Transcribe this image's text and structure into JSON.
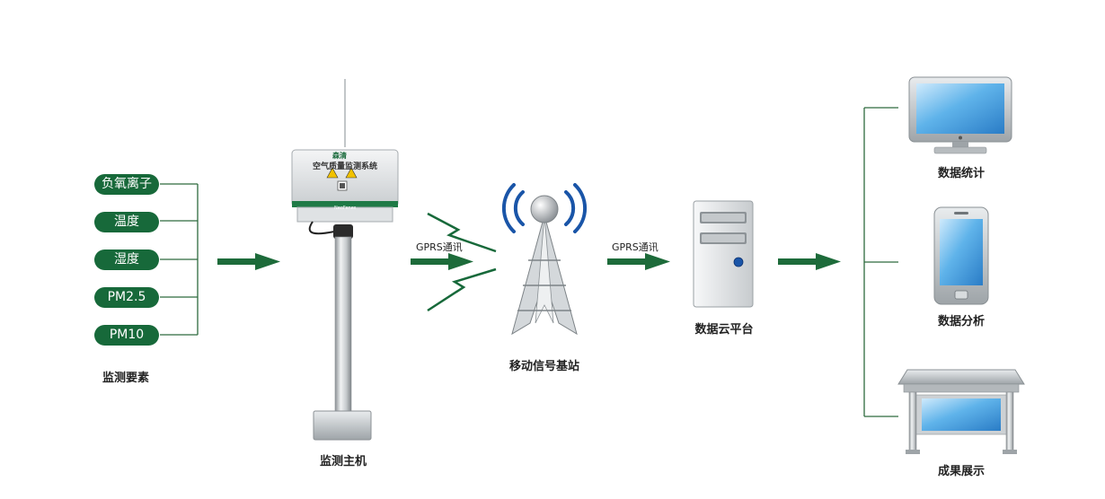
{
  "sensors": {
    "items": [
      "负氧离子",
      "温度",
      "湿度",
      "PM2.5",
      "PM10"
    ],
    "caption": "监测要素"
  },
  "host": {
    "caption": "监测主机",
    "brand": "森清",
    "title": "空气质量监测系统",
    "footer": "NeoFenes"
  },
  "links": {
    "gprs_left": "GPRS通讯",
    "gprs_right": "GPRS通讯"
  },
  "tower": {
    "caption": "移动信号基站"
  },
  "server": {
    "caption": "数据云平台"
  },
  "outputs": [
    {
      "caption": "数据统计",
      "icon": "monitor-icon"
    },
    {
      "caption": "数据分析",
      "icon": "smartphone-icon"
    },
    {
      "caption": "成果展示",
      "icon": "display-kiosk-icon"
    }
  ],
  "colors": {
    "accent": "#17693a",
    "arrow": "#1d6b3a",
    "line": "#2e6b3e"
  }
}
